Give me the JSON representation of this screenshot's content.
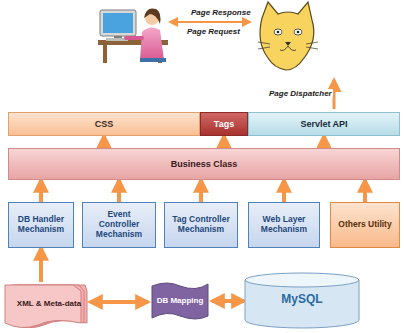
{
  "diagram": {
    "nodes": [
      {
        "text": [
          "CSS"
        ]
      },
      {
        "text": [
          "Tags"
        ]
      },
      {
        "text": [
          "Servlet API"
        ]
      },
      {
        "text": [
          "Business Class"
        ]
      },
      {
        "text": [
          "DB Handler Mechanism"
        ]
      },
      {
        "text": [
          "Event Controller Mechanism"
        ]
      },
      {
        "text": [
          "Tag Controller Mechanism"
        ]
      },
      {
        "text": [
          "Web Layer Mechanism"
        ]
      },
      {
        "text": [
          "Others Utility"
        ]
      },
      {
        "text": [
          "XML & Meta-data"
        ]
      },
      {
        "text": [
          "DB Mapping"
        ]
      },
      {
        "text": [
          "MySQL"
        ]
      }
    ],
    "edges": [
      {
        "from": 4,
        "to": 3,
        "arrow": "to"
      },
      {
        "from": 5,
        "to": 3,
        "arrow": "to"
      },
      {
        "from": 6,
        "to": 3,
        "arrow": "to"
      },
      {
        "from": 7,
        "to": 3,
        "arrow": "to"
      },
      {
        "from": 8,
        "to": 3,
        "arrow": "to"
      },
      {
        "from": 3,
        "to": 0,
        "arrow": "to"
      },
      {
        "from": 3,
        "to": 1,
        "arrow": "to"
      },
      {
        "from": 3,
        "to": 2,
        "arrow": "to"
      },
      {
        "from": 9,
        "to": 4,
        "arrow": "to"
      },
      {
        "from": 9,
        "to": 10,
        "arrow": "both"
      },
      {
        "from": 10,
        "to": 11,
        "arrow": "both"
      }
    ],
    "labels": [
      "Page Response",
      "Page Request",
      "Page Dispatcher"
    ]
  }
}
